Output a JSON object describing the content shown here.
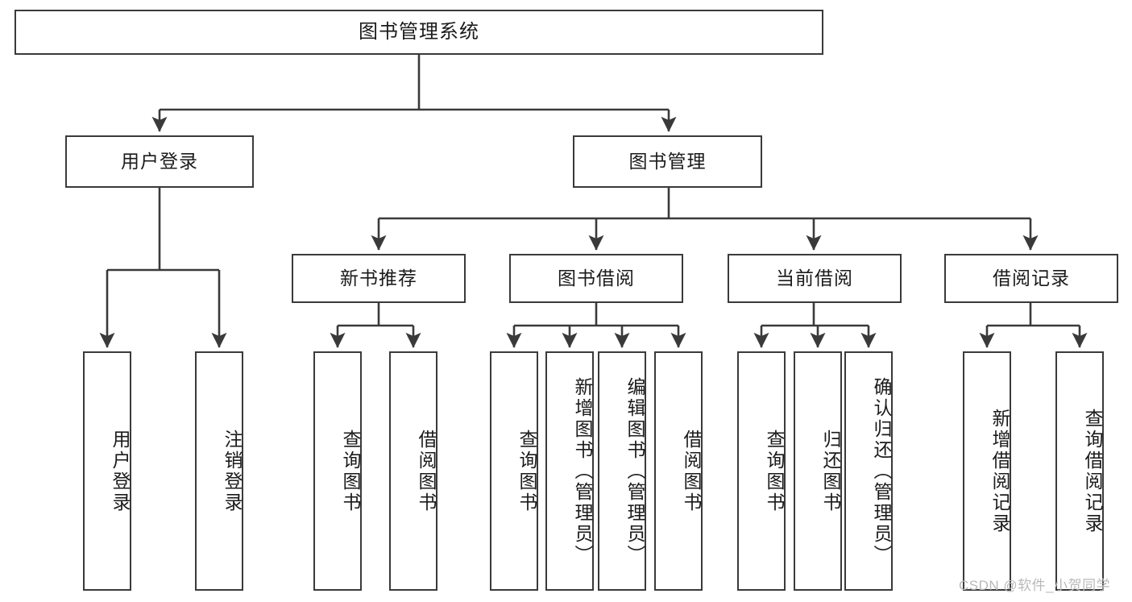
{
  "diagram": {
    "title": "图书管理系统",
    "type": "tree",
    "theme": {
      "background": "#ffffff",
      "box_border": "#3a3a3a",
      "box_fill": "#ffffff",
      "text": "#1b1b1b",
      "connector": "#3a3a3a",
      "watermark": "#b9b9b9"
    },
    "root": {
      "label": "图书管理系统"
    },
    "level2": [
      {
        "id": "user-login",
        "label": "用户登录"
      },
      {
        "id": "book-manage",
        "label": "图书管理"
      }
    ],
    "level3": [
      {
        "id": "new-book-rec",
        "label": "新书推荐"
      },
      {
        "id": "book-borrow",
        "label": "图书借阅"
      },
      {
        "id": "current-borrow",
        "label": "当前借阅"
      },
      {
        "id": "borrow-record",
        "label": "借阅记录"
      }
    ],
    "leaves": {
      "user_login": [
        {
          "id": "leaf-user-login",
          "label": "用户登录"
        },
        {
          "id": "leaf-logout",
          "label": "注销登录"
        }
      ],
      "new_book_rec": [
        {
          "id": "leaf-query-book-1",
          "label": "查询图书"
        },
        {
          "id": "leaf-borrow-book-1",
          "label": "借阅图书"
        }
      ],
      "book_borrow": [
        {
          "id": "leaf-query-book-2",
          "label": "查询图书"
        },
        {
          "id": "leaf-add-book",
          "label": "新增图书（管理员）"
        },
        {
          "id": "leaf-edit-book",
          "label": "编辑图书（管理员）"
        },
        {
          "id": "leaf-borrow-book-2",
          "label": "借阅图书"
        }
      ],
      "current_borrow": [
        {
          "id": "leaf-query-book-3",
          "label": "查询图书"
        },
        {
          "id": "leaf-return-book",
          "label": "归还图书"
        },
        {
          "id": "leaf-confirm-return",
          "label": "确认归还（管理员）"
        }
      ],
      "borrow_record": [
        {
          "id": "leaf-add-record",
          "label": "新增借阅记录"
        },
        {
          "id": "leaf-query-record",
          "label": "查询借阅记录"
        }
      ]
    },
    "watermark": "CSDN @软件_小贺同学"
  }
}
